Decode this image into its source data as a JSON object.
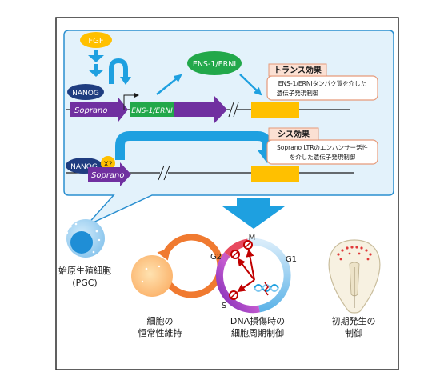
{
  "pathway": {
    "fgf": "FGF",
    "nanog": "NANOG",
    "soprano": "Soprano",
    "ens_gene": "ENS-1/ERNI",
    "ens_product": "ENS-1/ERNI",
    "x_factor": "X?"
  },
  "trans_effect": {
    "title": "トランス効果",
    "line1": "ENS-1/ERNIタンパク質を介した",
    "line2": "遺伝子発現制御"
  },
  "cis_effect": {
    "title": "シス効果",
    "line1": "Soprano LTRのエンハンサー活性",
    "line2": "を介した遺伝子発現制御"
  },
  "pgc": {
    "line1": "始原生殖細胞",
    "line2": "(PGC)"
  },
  "outcomes": [
    {
      "line1": "細胞の",
      "line2": "恒常性維持"
    },
    {
      "line1": "DNA損傷時の",
      "line2": "細胞周期制御"
    },
    {
      "line1": "初期発生の",
      "line2": "制御"
    }
  ],
  "cell_cycle": {
    "m": "M",
    "g1": "G1",
    "g2": "G2",
    "s": "S"
  },
  "colors": {
    "panel_fill": "#e3f2fb",
    "panel_stroke": "#2a8fd0",
    "fgf": "#ffc000",
    "soprano": "#7030a0",
    "ens_green": "#22a84a",
    "blue_arrow": "#1ea0e0",
    "gene_box": "#ffc000",
    "callout_stroke": "#e69a7a"
  }
}
